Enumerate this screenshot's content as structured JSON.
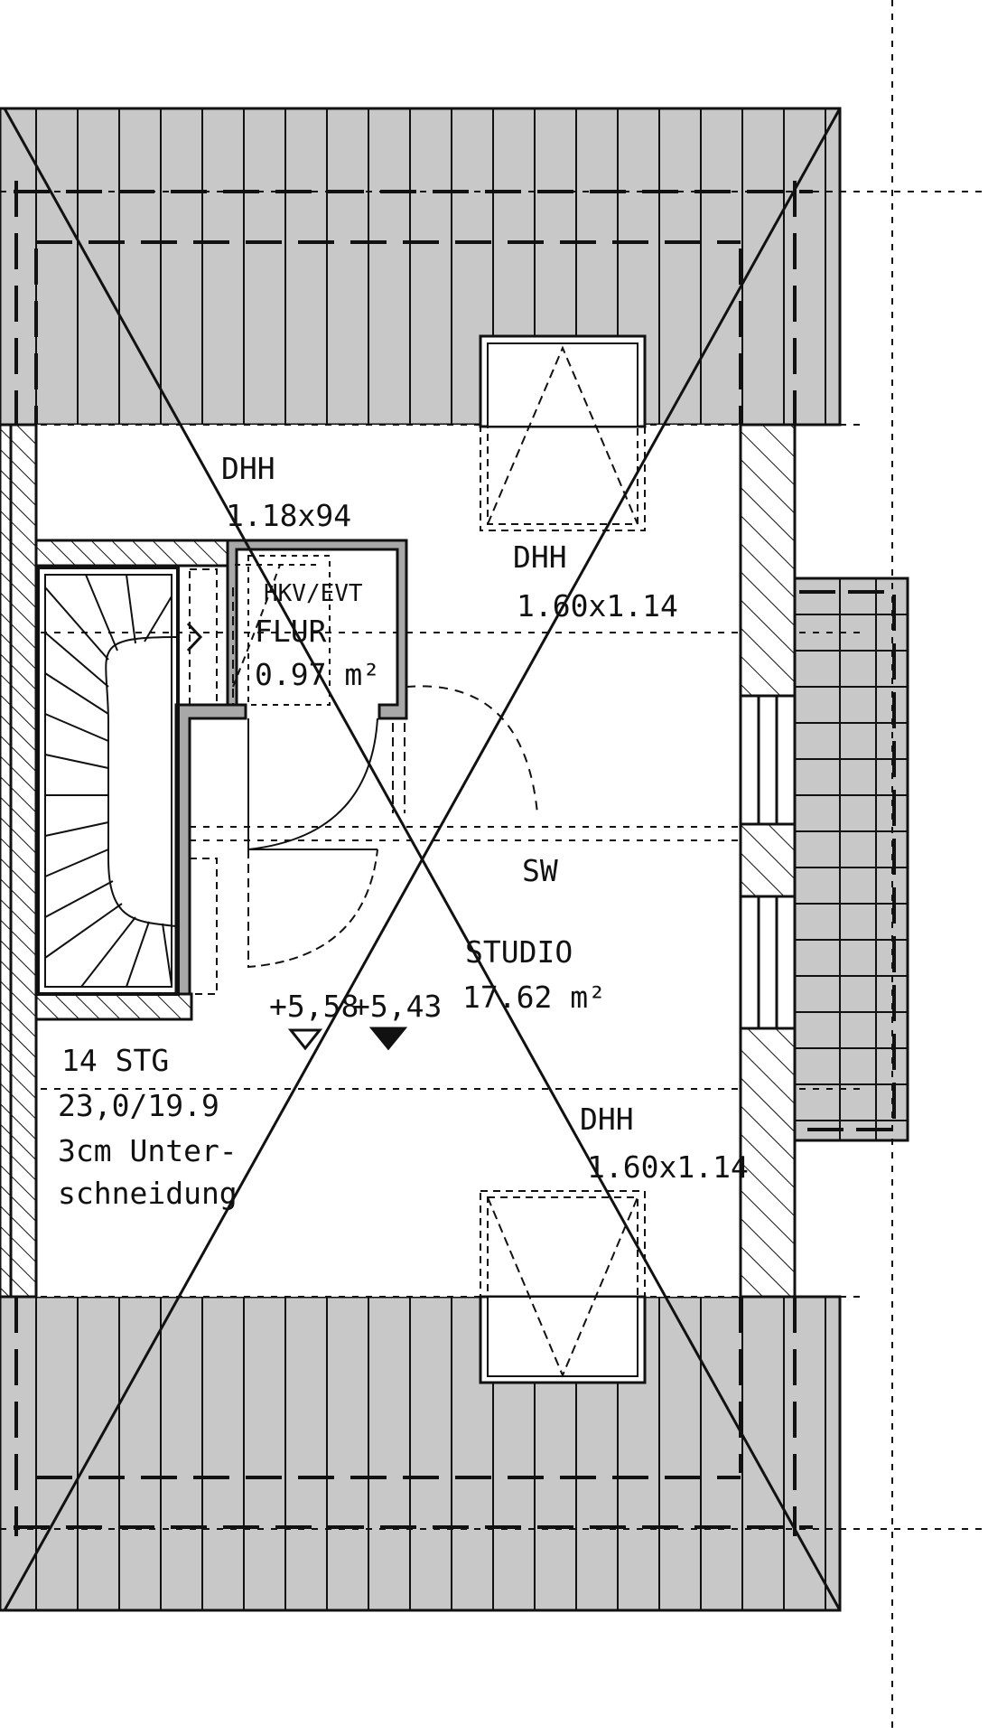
{
  "plan": {
    "labels": {
      "dhh_top_left": "DHH",
      "dhh_top_left_dim": "1.18x94",
      "dhh_top_right": "DHH",
      "dhh_top_right_dim": "1.60x1.14",
      "hkv_evt": "HKV/EVT",
      "flur_name": "FLUR",
      "flur_area": "0.97 m²",
      "sw": "SW",
      "studio_name": "STUDIO",
      "studio_area": "17.62 m²",
      "level_a": "+5,58",
      "level_b": "+5,43",
      "stair_count": "14 STG",
      "stair_dim": "23,0/19.9",
      "stair_note_1": "3cm Unter-",
      "stair_note_2": "schneidung",
      "dhh_bottom": "DHH",
      "dhh_bottom_dim": "1.60x1.14"
    },
    "colors": {
      "roof_fill": "#c8c8c8",
      "line": "#111111",
      "background": "#ffffff"
    }
  }
}
